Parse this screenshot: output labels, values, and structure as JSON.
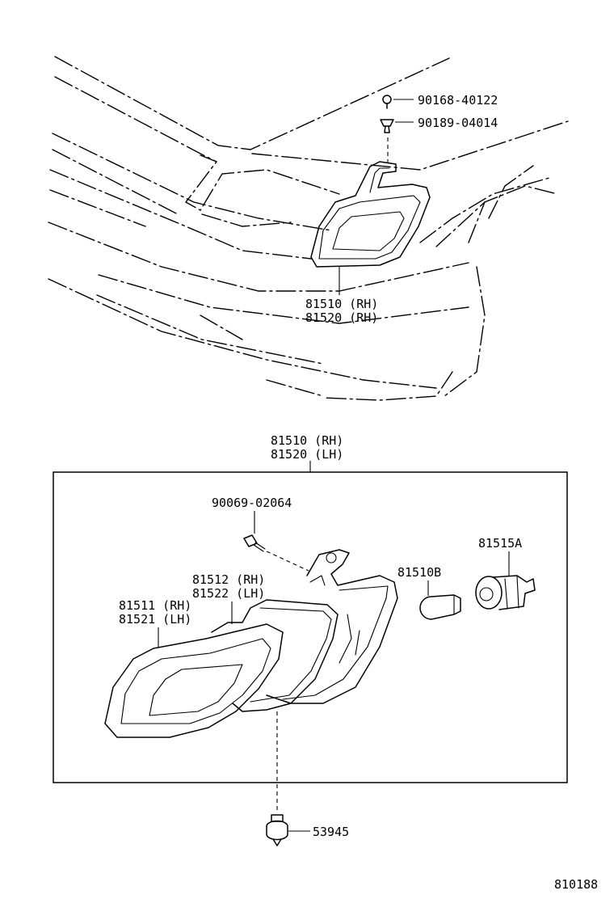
{
  "labels": {
    "upper_bolt": "90168-40122",
    "upper_clip": "90189-04014",
    "upper_assy_rh": "81510 (RH)",
    "upper_assy_lh": "81520 (RH)",
    "box_assy_rh": "81510 (RH)",
    "box_assy_lh": "81520 (LH)",
    "screw": "90069-02064",
    "socket": "81515A",
    "bulb": "81510B",
    "housing_rh": "81512 (RH)",
    "housing_lh": "81522 (LH)",
    "lens_rh": "81511 (RH)",
    "lens_lh": "81521 (LH)",
    "bottom_clip": "53945",
    "drawing_number": "810188"
  }
}
